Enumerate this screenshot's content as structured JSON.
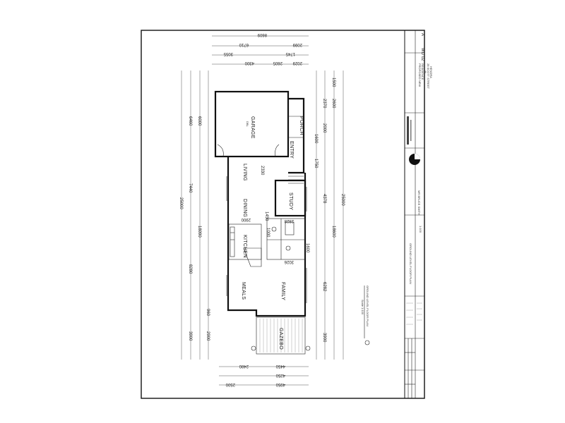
{
  "sheet": {
    "drawing_number": "WD 02",
    "revision": "A",
    "project": [
      "PROPOSED NEW",
      "RESIDENCE",
      "@",
      "28 SCOTT STREET",
      "HENDRA"
    ],
    "client": "MR BRUCE SMITH",
    "sheet_title": "GROUND LEVEL FLOOR PLAN",
    "scale": "1:100",
    "plan_title": "GROUND LEVEL FLOOR PLAN",
    "plan_scale": "Scale 1:100"
  },
  "rooms": {
    "garage": "GARAGE",
    "garage_note": "DBL",
    "entry": "ENTRY",
    "porch": "PORCH",
    "living": "LIVING",
    "dining": "DINING",
    "study": "STUDY",
    "kitchen": "KITCHEN",
    "meals": "MEALS",
    "family": "FAMILY",
    "gazebo": "GAZEBO"
  },
  "dimensions": {
    "top_overall": "8609",
    "top_row2": [
      "6710",
      "2099"
    ],
    "top_row3": [
      "3055",
      "1745"
    ],
    "top_row4": [
      "4300",
      "2605",
      "2029"
    ],
    "left_outer": "25000",
    "left_mid": [
      "6460",
      "7440",
      "18090",
      "8280"
    ],
    "left_inner": [
      "6000",
      "3900",
      "2900"
    ],
    "right_outer": "25000",
    "right_mid": [
      "1500",
      "2370",
      "2600",
      "2000",
      "4378",
      "18600"
    ],
    "right_inner": [
      "1600",
      "1750",
      "6282",
      "3900"
    ],
    "interior": [
      "2330",
      "1450",
      "2900",
      "1000",
      "2828",
      "3026",
      "1600",
      "960"
    ],
    "bottom_row1": [
      "2480",
      "4450"
    ],
    "bottom_row2": [
      "4250"
    ],
    "bottom_row3": [
      "2500",
      "4950"
    ]
  }
}
